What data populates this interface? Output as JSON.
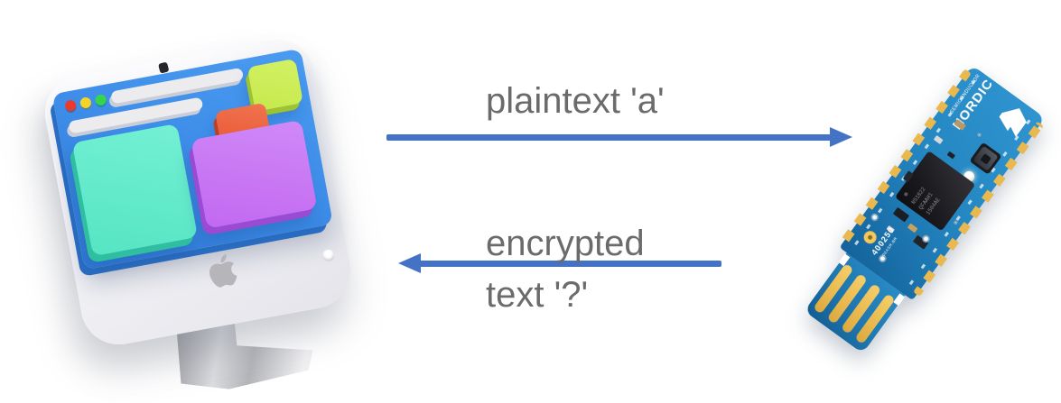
{
  "labels": {
    "to_dongle": "plaintext 'a'",
    "from_dongle_1": "encrypted",
    "from_dongle_2": "text '?'"
  },
  "dongle": {
    "brand": "NORDIC",
    "brand_sub": "SEMICONDUCTOR",
    "part_number": "400250",
    "lot_code": "02ASR.BR",
    "chip_marking": [
      "N51822",
      "QFAAH1",
      "1504AE"
    ]
  },
  "colors": {
    "arrow": "#4472C4",
    "label_text": "#6B6B6B",
    "screen_blue": "#3E8EE9",
    "screen_depth": "#2A6DC2",
    "tile_teal": "#55E5C3",
    "teal_depth": "#2FBFA0",
    "tile_purple": "#C268F1",
    "purple_depth": "#9B4AD4",
    "tile_orange": "#EA5B37",
    "orange_depth": "#C03E22",
    "tile_lime": "#C6E94D",
    "lime_depth": "#9EC32F",
    "bar_white": "#ECECEF",
    "bar_depth": "#C9CDD8",
    "light_red": "#E83A2E",
    "light_yellow": "#F5D42A",
    "light_green": "#35D64B",
    "body_light": "#FBFBFD",
    "body_dark": "#E4E4EA",
    "apple_gray": "#B5B5BA",
    "pcb": "#2487C2",
    "pcb_dark": "#14629B",
    "gold": "#E9B84F",
    "chip_dark": "#1B1B1F"
  }
}
